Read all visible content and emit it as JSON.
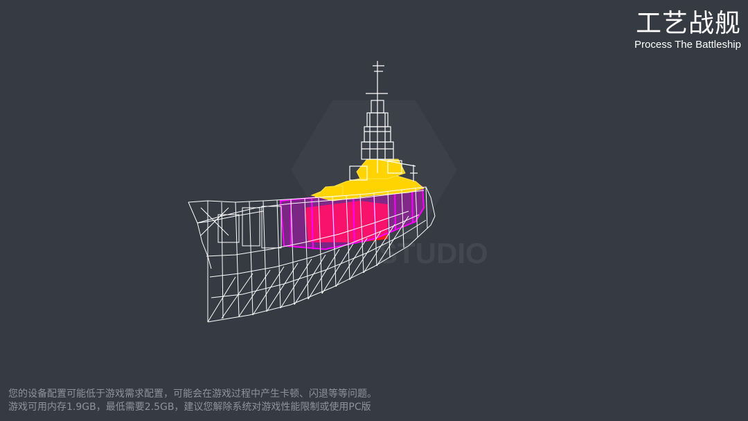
{
  "logo": {
    "title": "工艺战舰",
    "subtitle": "Process The Battleship"
  },
  "scene": {
    "model": "battleship wireframe",
    "colors": {
      "background": "#353a43",
      "wireframe": "#ffffff",
      "superstructure": "#ffd400",
      "hull_section": "#ff00ff",
      "core": "#ff1a1a"
    }
  },
  "watermark": {
    "text": "STUDIO"
  },
  "warning": {
    "line1": "您的设备配置可能低于游戏需求配置，可能会在游戏过程中产生卡顿、闪退等等问题。",
    "line2": "游戏可用内存1.9GB，最低需要2.5GB，建议您解除系统对游戏性能限制或使用PC版"
  }
}
